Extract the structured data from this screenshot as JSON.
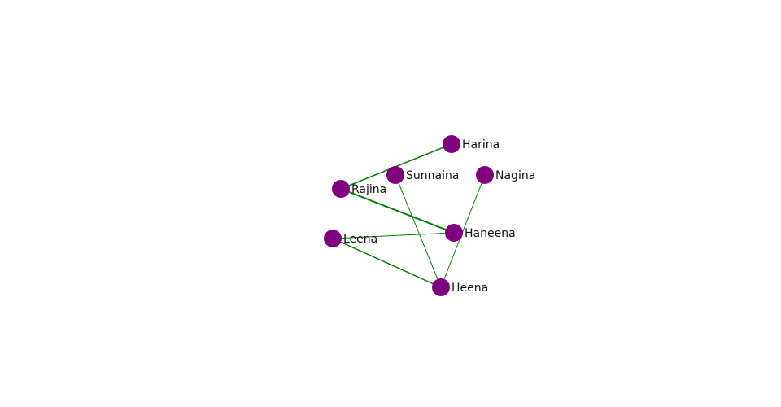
{
  "graph": {
    "node_color": "#800080",
    "edge_color": "#008000",
    "nodes": [
      {
        "id": "Harina",
        "label": "Harina"
      },
      {
        "id": "Sunnaina",
        "label": "Sunnaina"
      },
      {
        "id": "Nagina",
        "label": "Nagina"
      },
      {
        "id": "Rajina",
        "label": "Rajina"
      },
      {
        "id": "Haneena",
        "label": "Haneena"
      },
      {
        "id": "Leena",
        "label": "Leena"
      },
      {
        "id": "Heena",
        "label": "Heena"
      }
    ],
    "edges": [
      {
        "source": "Rajina",
        "target": "Harina"
      },
      {
        "source": "Rajina",
        "target": "Haneena"
      },
      {
        "source": "Sunnaina",
        "target": "Heena"
      },
      {
        "source": "Nagina",
        "target": "Heena"
      },
      {
        "source": "Leena",
        "target": "Haneena"
      },
      {
        "source": "Leena",
        "target": "Heena"
      }
    ]
  }
}
